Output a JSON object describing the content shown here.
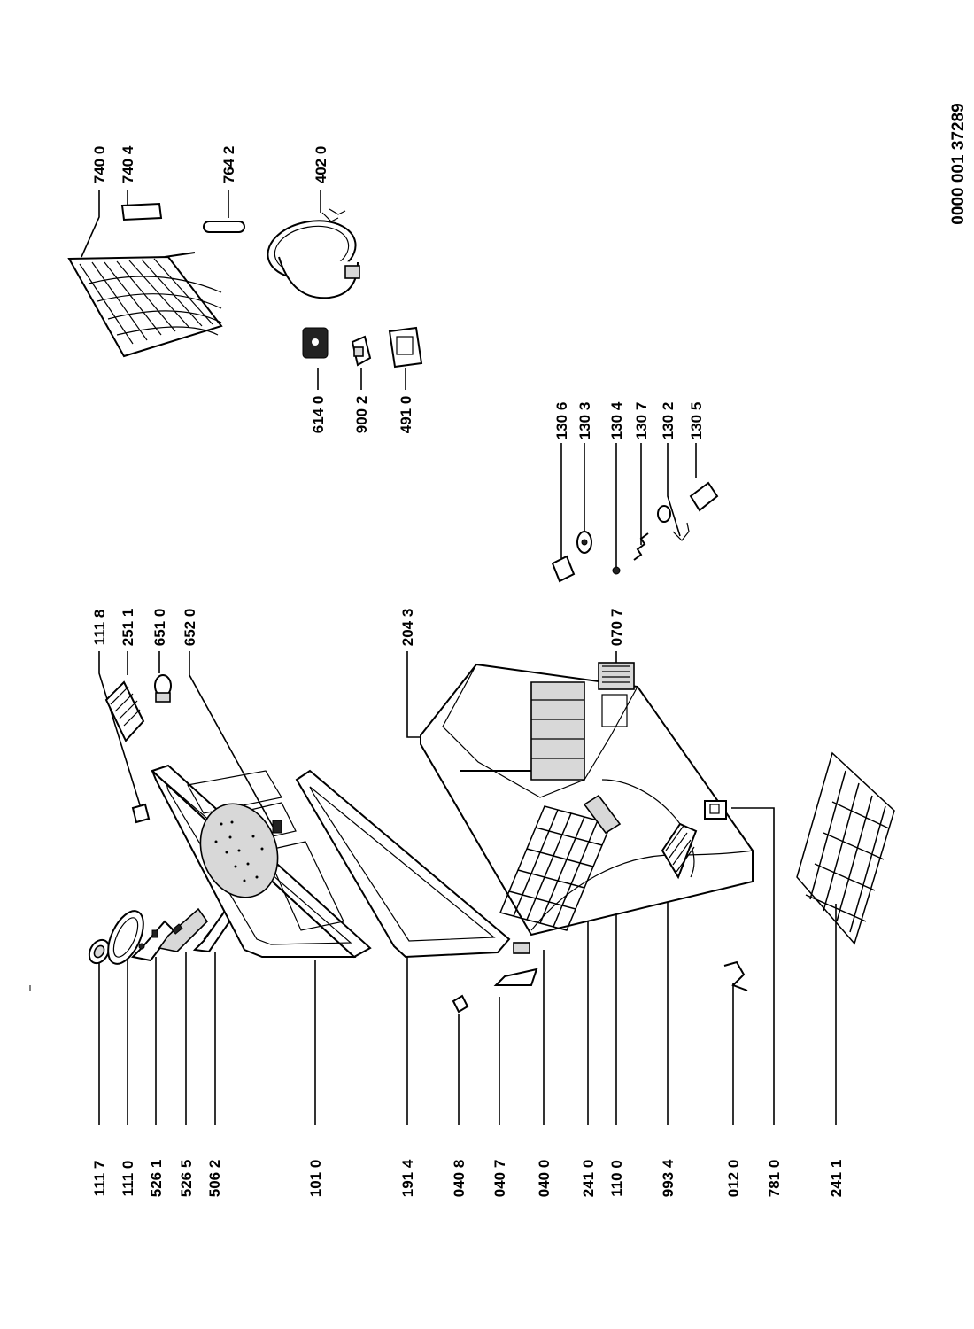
{
  "document_number": "0000 001 37289",
  "part_labels": {
    "p1117": "111 7",
    "p1110": "111 0",
    "p5261": "526 1",
    "p5265": "526 5",
    "p5062": "506 2",
    "p1010": "101 0",
    "p1914": "191 4",
    "p0408": "040 8",
    "p0407": "040 7",
    "p0400": "040 0",
    "p2410": "241 0",
    "p1100": "110 0",
    "p9934": "993 4",
    "p0120": "012 0",
    "p7810": "781 0",
    "p2411": "241 1",
    "p1118": "111 8",
    "p2511": "251 1",
    "p6510": "651 0",
    "p6520": "652 0",
    "p2043": "204 3",
    "p0707": "070 7",
    "p1306": "130 6",
    "p1303": "130 3",
    "p1304": "130 4",
    "p1307": "130 7",
    "p1302": "130 2",
    "p1305": "130 5",
    "p6140": "614 0",
    "p9002": "900 2",
    "p4910": "491 0",
    "p7400": "740 0",
    "p7404": "740 4",
    "p7642": "764 2",
    "p4020": "402 0"
  }
}
